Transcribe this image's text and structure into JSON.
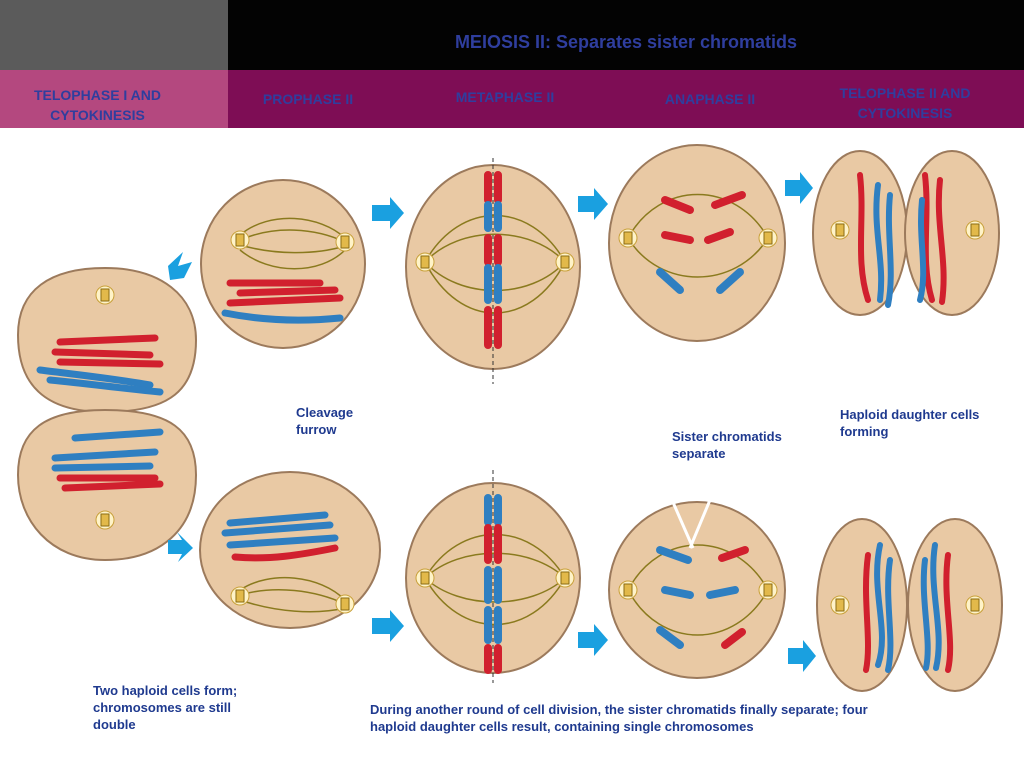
{
  "header": {
    "title": "MEIOSIS II: Separates sister chromatids"
  },
  "phases": [
    {
      "label": "TELOPHASE I AND CYTOKINESIS"
    },
    {
      "label": "PROPHASE II"
    },
    {
      "label": "METAPHASE II"
    },
    {
      "label": "ANAPHASE II"
    },
    {
      "label": "TELOPHASE II AND CYTOKINESIS"
    }
  ],
  "annotations": {
    "cleavage_furrow": "Cleavage furrow",
    "sister_chromatids": "Sister chromatids separate",
    "haploid_forming": "Haploid daughter cells forming",
    "two_haploid": "Two haploid cells form; chromosomes are still double",
    "bottom_caption": "During another round of cell division, the sister chromatids finally separate; four haploid daughter cells result, containing single chromosomes"
  },
  "colors": {
    "cell_fill": "#e9c9a4",
    "cell_edge": "#9c7a5c",
    "spindle": "#8a7a1e",
    "chrom_red": "#d1202e",
    "chrom_blue": "#2f7fc1",
    "arrow": "#1aa0e0",
    "header_text": "#2f3e9e",
    "band_purple": "#7e0d55",
    "band_pink": "#b4487f"
  }
}
